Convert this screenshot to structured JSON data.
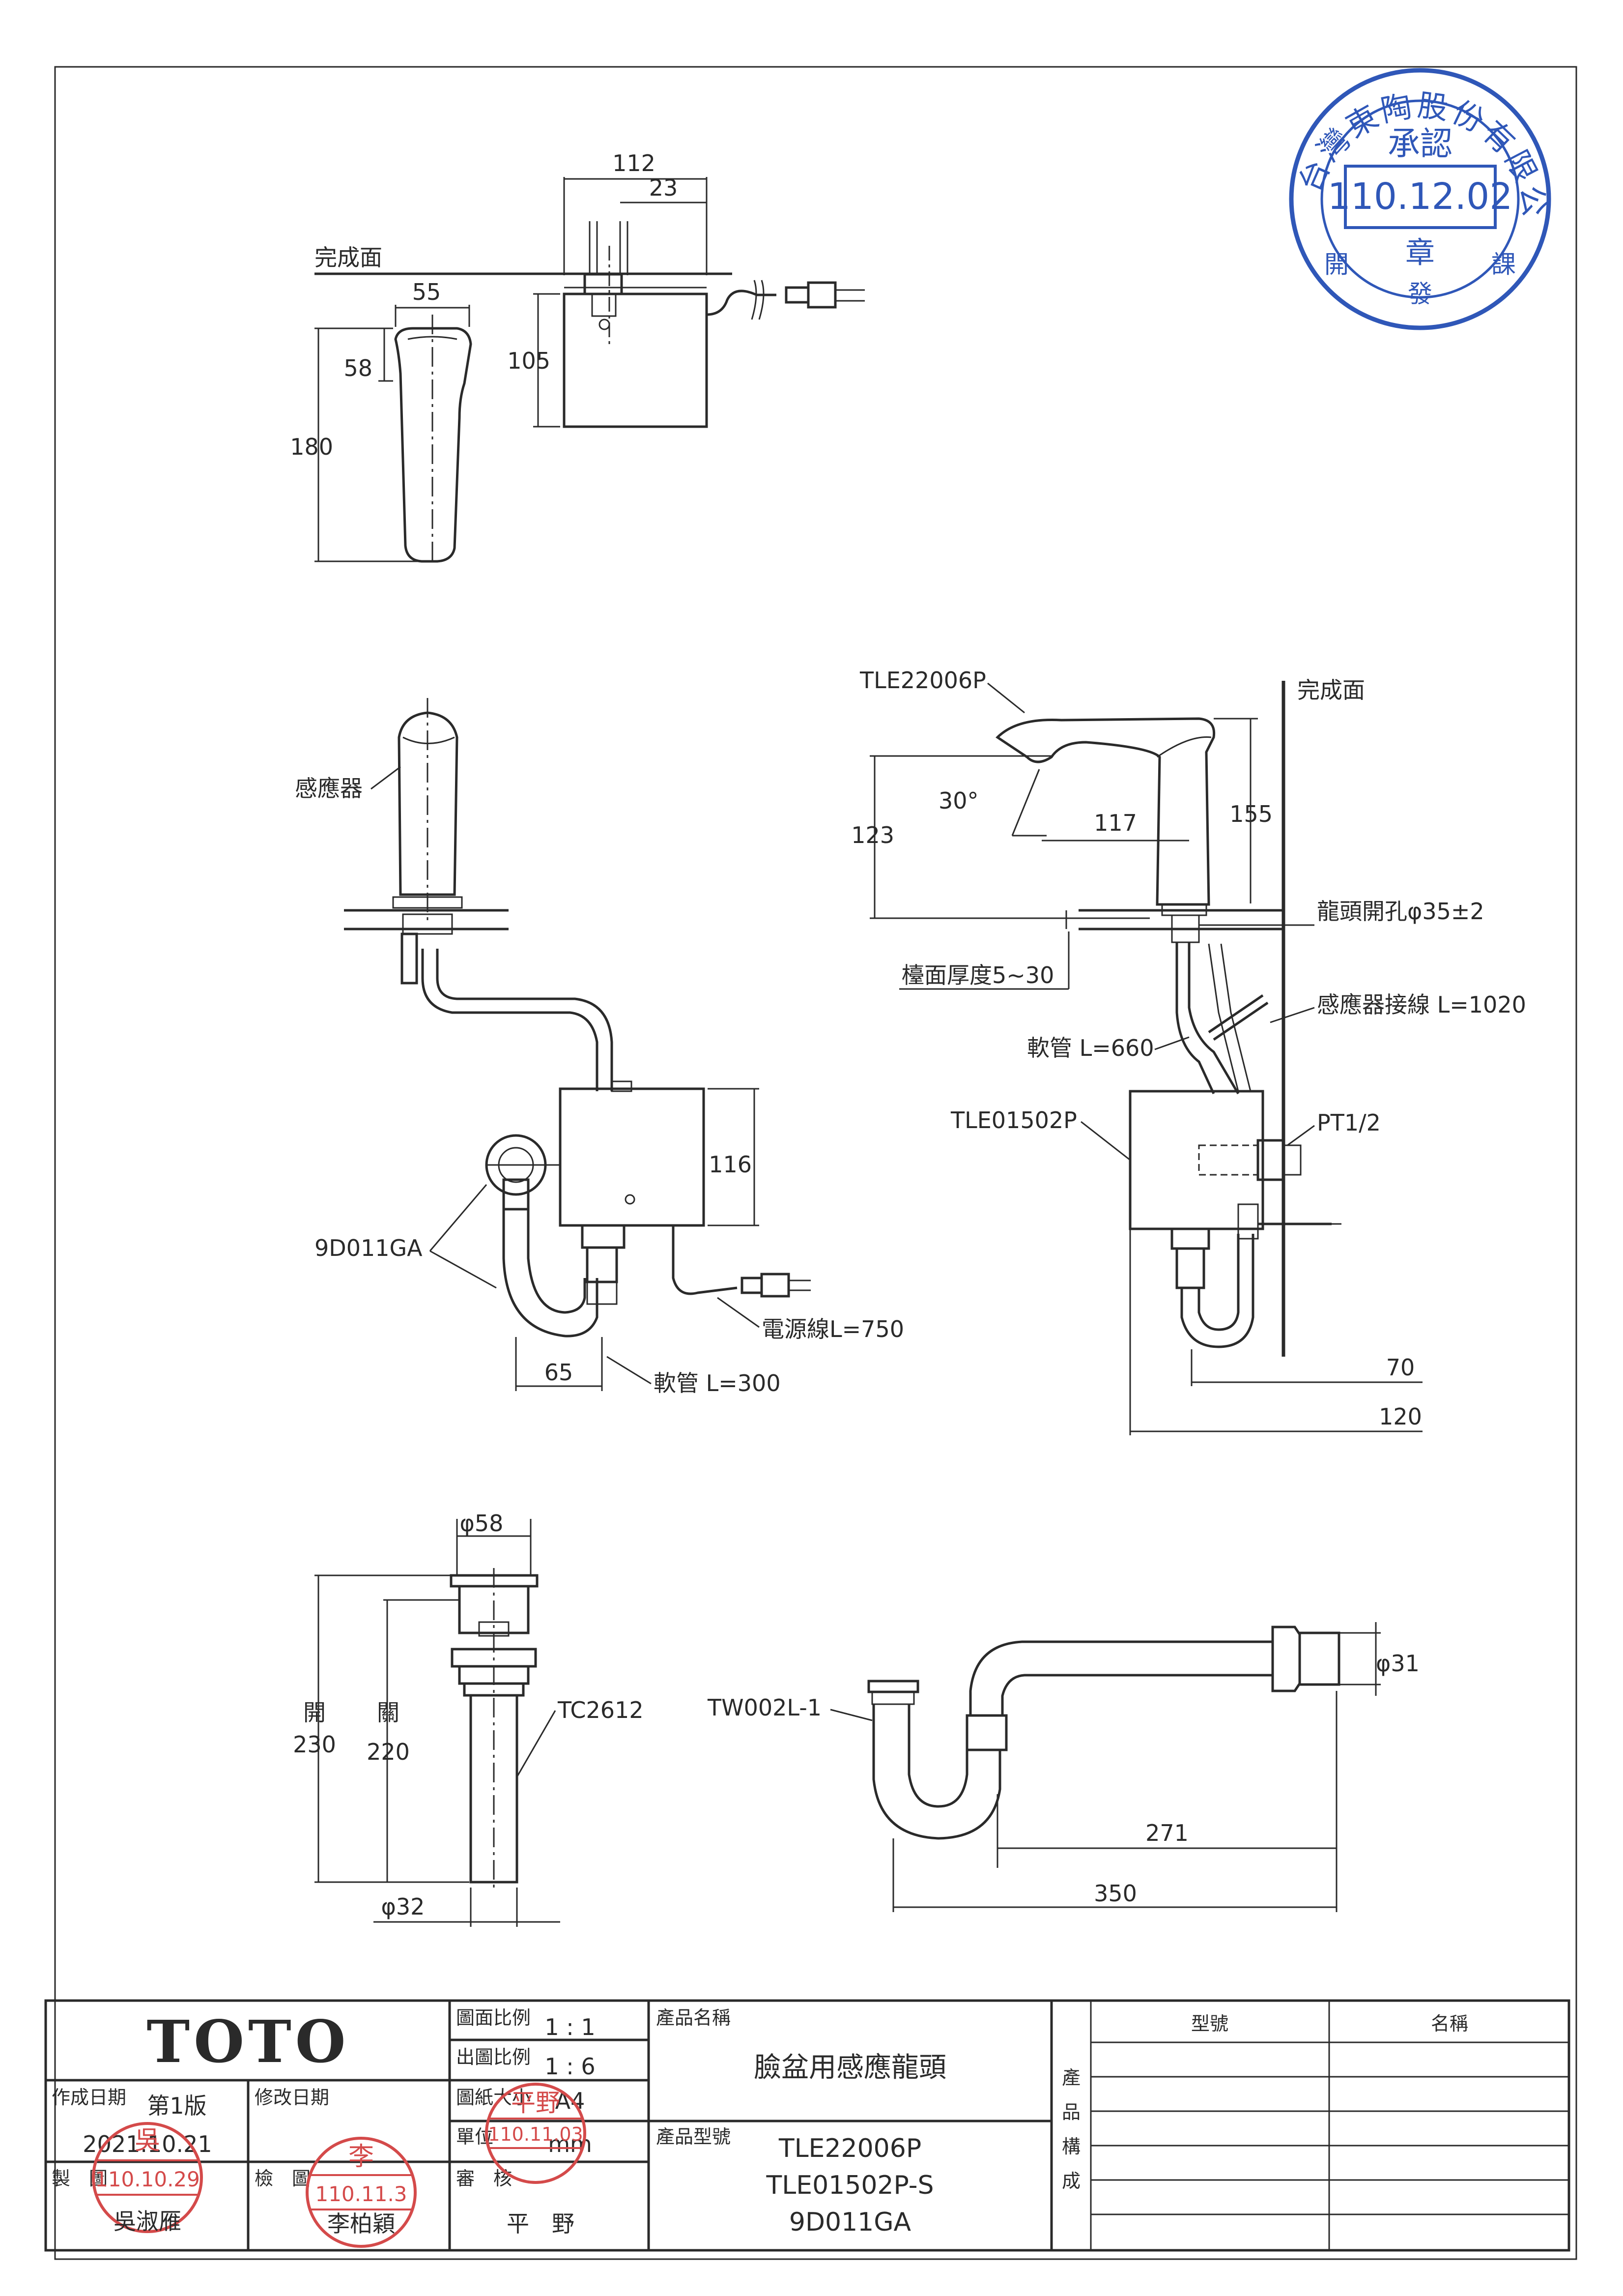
{
  "stamp": {
    "ring_text": "台灣東陶股份有限公司",
    "title": "承認",
    "date": "110.12.02",
    "seal": "章",
    "dept_left": "開",
    "dept_mid": "發",
    "dept_right": "課",
    "color": "#2f57b8"
  },
  "drawing1": {
    "surface": "完成面",
    "dim_112": "112",
    "dim_23": "23",
    "dim_55": "55",
    "dim_58": "58",
    "dim_180": "180",
    "dim_105": "105"
  },
  "drawing2": {
    "sensor": "感應器",
    "dim_116": "116",
    "trap_part": "9D011GA",
    "power_cord": "電源線L=750",
    "dim_65": "65",
    "hose": "軟管 L=300"
  },
  "drawing3": {
    "faucet_model": "TLE22006P",
    "surface": "完成面",
    "angle": "30°",
    "dim_117": "117",
    "dim_123": "123",
    "dim_155": "155",
    "hole": "龍頭開孔φ35±2",
    "counter_thickness": "檯面厚度5~30",
    "sensor_cable": "感應器接線 L=1020",
    "hose": "軟管 L=660",
    "control_model": "TLE01502P",
    "thread": "PT1/2",
    "dim_70": "70",
    "dim_120": "120"
  },
  "drawing4": {
    "dim_phi58": "φ58",
    "open_label": "開",
    "dim_230": "230",
    "close_label": "關",
    "dim_220": "220",
    "drain_model": "TC2612",
    "dim_phi32": "φ32"
  },
  "drawing5": {
    "trap_model": "TW002L-1",
    "dim_phi31": "φ31",
    "dim_271": "271",
    "dim_350": "350"
  },
  "title_block": {
    "logo": "TOTO",
    "created_label": "作成日期",
    "edition": "第1版",
    "created_date": "2021.10.21",
    "revised_label": "修改日期",
    "drawn_label": "製　圖",
    "drawn_stamp_name": "吳",
    "drawn_stamp_date": "110.10.29",
    "drawn_name": "吳淑雁",
    "checked_label": "檢　圖",
    "checked_stamp_name": "李",
    "checked_stamp_date": "110.11.3",
    "checked_name": "李柏穎",
    "scale_label": "圖面比例",
    "scale_value": "1 : 1",
    "print_scale_label": "出圖比例",
    "print_scale_value": "1 : 6",
    "paper_label": "圖紙大小",
    "paper_value": "A4",
    "unit_label": "單位",
    "unit_value": "mm",
    "approved_label": "審　核",
    "approved_stamp_name": "平野",
    "approved_stamp_date": "110.11.03",
    "approved_name": "平　野",
    "product_name_label": "產品名稱",
    "product_name": "臉盆用感應龍頭",
    "product_model_label": "產品型號",
    "models": [
      "TLE22006P",
      "TLE01502P-S",
      "9D011GA"
    ],
    "composition_label": [
      "產",
      "品",
      "構",
      "成"
    ],
    "col_model": "型號",
    "col_name": "名稱",
    "stamp_color": "#d44a4a"
  }
}
